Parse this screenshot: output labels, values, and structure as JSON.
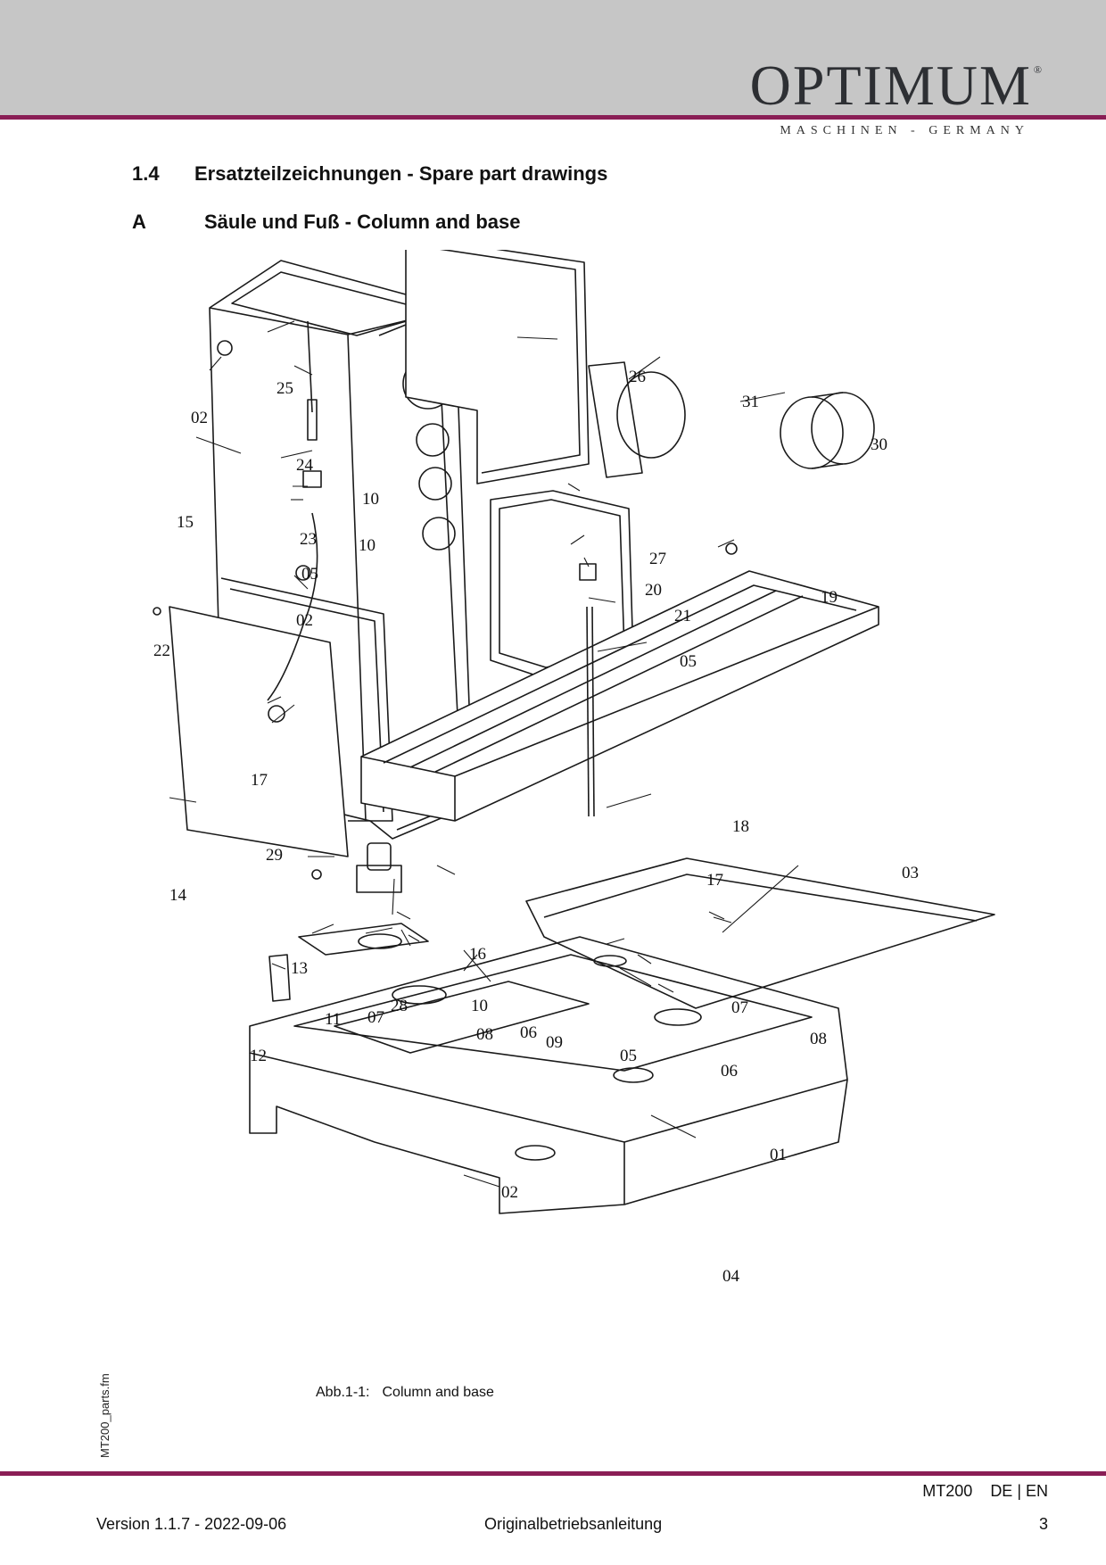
{
  "header": {
    "brand": "OPTIMUM",
    "registered": "®",
    "subtitle": "MASCHINEN - GERMANY"
  },
  "section": {
    "number": "1.4",
    "title": "Ersatzteilzeichnungen - Spare part drawings"
  },
  "subsection": {
    "letter": "A",
    "title": "Säule und Fuß - Column and base"
  },
  "drawing": {
    "part_labels": {
      "p01": "01",
      "p02a": "02",
      "p02b": "02",
      "p02c": "02",
      "p03": "03",
      "p04": "04",
      "p05a": "05",
      "p05b": "05",
      "p05c": "05",
      "p06a": "06",
      "p06b": "06",
      "p07a": "07",
      "p07b": "07",
      "p08a": "08",
      "p08b": "08",
      "p09": "09",
      "p10a": "10",
      "p10b": "10",
      "p10c": "10",
      "p11": "11",
      "p12": "12",
      "p13": "13",
      "p14": "14",
      "p15": "15",
      "p16": "16",
      "p17a": "17",
      "p17b": "17",
      "p18": "18",
      "p19": "19",
      "p20": "20",
      "p21": "21",
      "p22": "22",
      "p23": "23",
      "p24": "24",
      "p25": "25",
      "p26": "26",
      "p27": "27",
      "p28": "28",
      "p29": "29",
      "p30": "30",
      "p31": "31"
    }
  },
  "caption": {
    "number": "Abb.1-1:",
    "text": "Column and base"
  },
  "side_file": "MT200_parts.fm",
  "footer": {
    "model": "MT200",
    "languages": "DE | EN",
    "version": "Version 1.1.7 - 2022-09-06",
    "doc_type": "Originalbetriebsanleitung",
    "page": "3"
  }
}
